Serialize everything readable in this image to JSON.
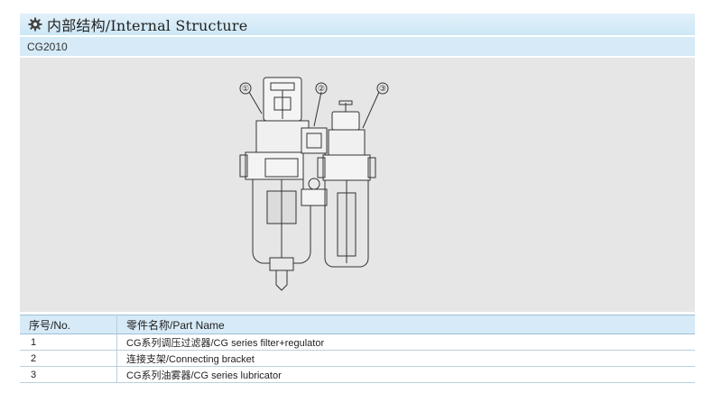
{
  "header": {
    "title": "内部结构/Internal Structure",
    "icon": "gear-icon"
  },
  "model": {
    "label": "CG2010"
  },
  "diagram": {
    "callouts": [
      "①",
      "②",
      "③"
    ]
  },
  "table": {
    "columns": [
      "序号/No.",
      "零件名称/Part Name"
    ],
    "rows": [
      {
        "no": "1",
        "name": "CG系列调压过滤器/CG series filter+regulator"
      },
      {
        "no": "2",
        "name": "连接支架/Connecting bracket"
      },
      {
        "no": "3",
        "name": "CG系列油雾器/CG series lubricator"
      }
    ]
  },
  "colors": {
    "header_bg": "#cde7f6",
    "model_bg": "#d6eaf7",
    "diagram_bg": "#e6e6e6",
    "line": "#333333"
  }
}
